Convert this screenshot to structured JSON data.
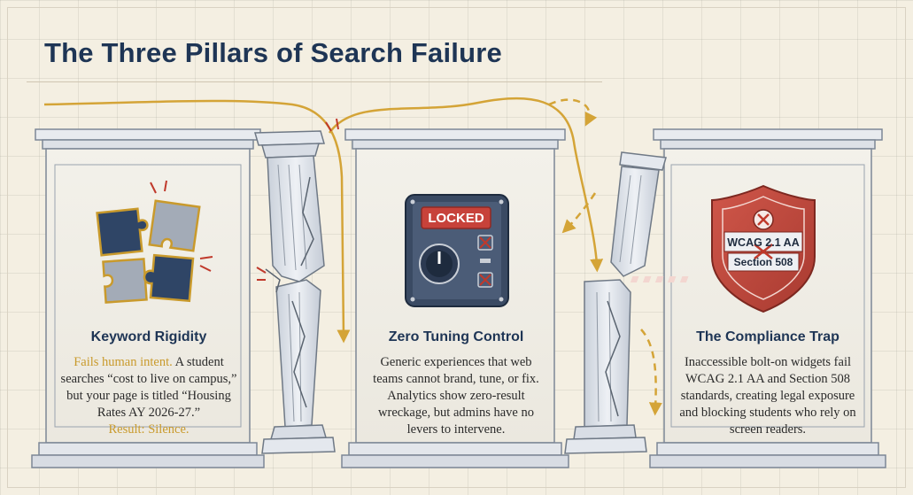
{
  "title": "The Three Pillars of Search Failure",
  "colors": {
    "navy": "#1e3555",
    "gold": "#d4a437",
    "red": "#c0392b",
    "paper": "#f4efe2",
    "stone": "#dfe3ea"
  },
  "panels": [
    {
      "icon": "puzzle-pieces-icon",
      "heading": "Keyword Rigidity",
      "body_lead": "Fails human intent.",
      "body": "A student searches “cost to live on campus,” but your page is titled “Housing Rates AY 2026-27.”",
      "body_tail": "Result: Silence."
    },
    {
      "icon": "locked-control-panel-icon",
      "lock_label": "LOCKED",
      "heading": "Zero Tuning Control",
      "body": "Generic experiences that web teams cannot brand, tune, or fix. Analytics show zero-result wreckage, but admins have no levers to intervene."
    },
    {
      "icon": "compliance-shield-icon",
      "shield_line1": "WCAG 2.1 AA",
      "shield_line2": "Section 508",
      "heading": "The Compliance Trap",
      "body": "Inaccessible bolt-on widgets fail WCAG 2.1 AA and Section 508 standards, creating legal exposure and blocking students who rely on screen readers."
    }
  ]
}
